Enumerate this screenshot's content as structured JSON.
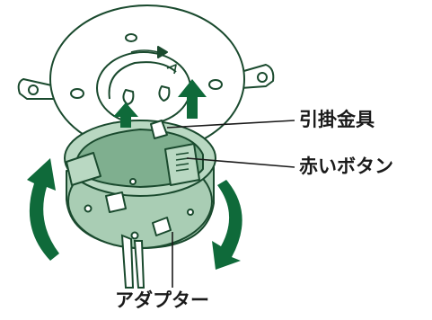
{
  "labels": {
    "hook_fitting": "引掛金具",
    "red_button": "赤いボタン",
    "adapter": "アダプター"
  },
  "colors": {
    "outline": "#1a4a2e",
    "adapter_fill": "#a9cdb4",
    "adapter_dark": "#7faf8f",
    "arrow": "#0f6a3a",
    "leader": "#1a1a1a",
    "background": "#ffffff"
  }
}
